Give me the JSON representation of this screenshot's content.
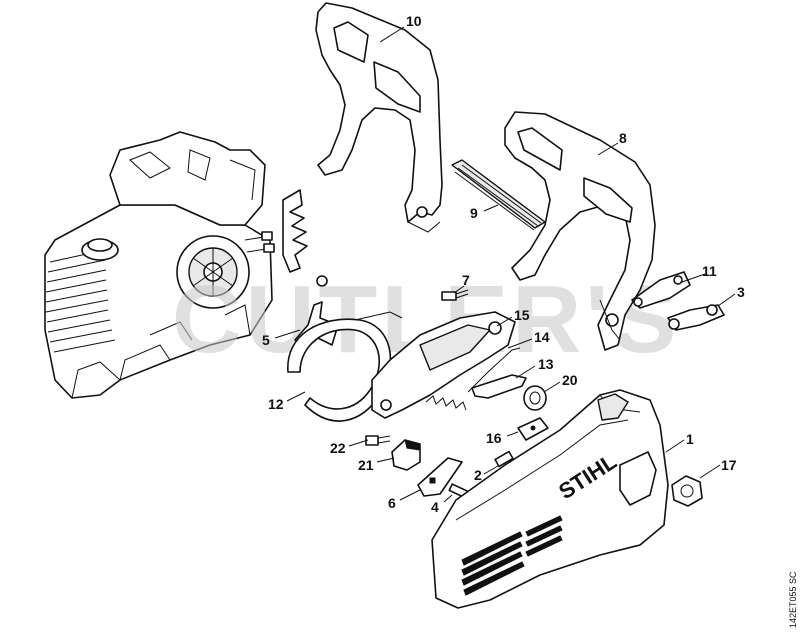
{
  "watermark": "CUTLER'S",
  "brand_mark": "STIHL",
  "drawing_ref": "142ET055 SC",
  "callouts": [
    {
      "id": "10",
      "label": "10"
    },
    {
      "id": "8",
      "label": "8"
    },
    {
      "id": "9",
      "label": "9"
    },
    {
      "id": "7",
      "label": "7"
    },
    {
      "id": "11",
      "label": "11"
    },
    {
      "id": "3",
      "label": "3"
    },
    {
      "id": "5",
      "label": "5"
    },
    {
      "id": "15",
      "label": "15"
    },
    {
      "id": "14",
      "label": "14"
    },
    {
      "id": "13",
      "label": "13"
    },
    {
      "id": "20",
      "label": "20"
    },
    {
      "id": "12",
      "label": "12"
    },
    {
      "id": "16",
      "label": "16"
    },
    {
      "id": "1",
      "label": "1"
    },
    {
      "id": "22",
      "label": "22"
    },
    {
      "id": "17",
      "label": "17"
    },
    {
      "id": "21",
      "label": "21"
    },
    {
      "id": "2",
      "label": "2"
    },
    {
      "id": "6",
      "label": "6"
    },
    {
      "id": "4",
      "label": "4"
    }
  ]
}
